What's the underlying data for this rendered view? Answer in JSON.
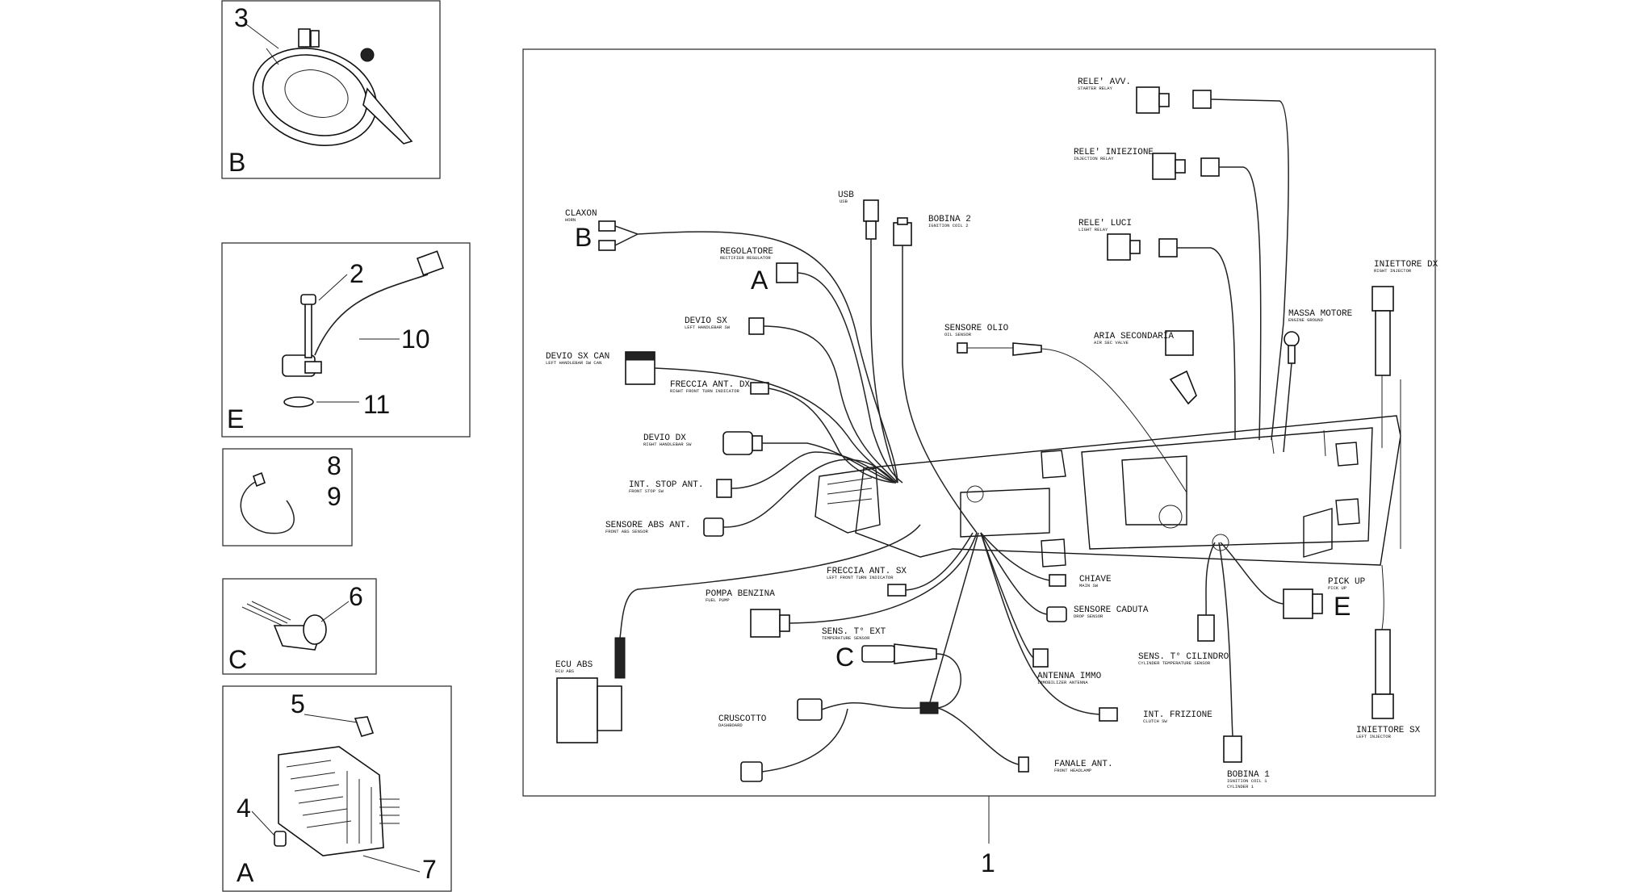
{
  "kits": {
    "horn": {
      "number": "3",
      "letter": "B"
    },
    "sensor": {
      "number_2": "2",
      "number_10": "10",
      "number_11": "11",
      "letter": "E"
    },
    "clip": {
      "number_8": "8",
      "number_9": "9"
    },
    "plate": {
      "number": "6",
      "letter": "C"
    },
    "regulator": {
      "number_5": "5",
      "number_4": "4",
      "number_7": "7",
      "letter": "A"
    }
  },
  "main": {
    "number": "1",
    "letters": {
      "B": "B",
      "A": "A",
      "C": "C",
      "E": "E"
    },
    "labels": {
      "rele_avv": "RELE' AVV.",
      "rele_avv_sub": "STARTER RELAY",
      "rele_iniezione": "RELE' INIEZIONE",
      "rele_iniezione_sub": "INJECTION RELAY",
      "rele_luci": "RELE' LUCI",
      "rele_luci_sub": "LIGHT RELAY",
      "usb": "USB",
      "usb_sub": "USB",
      "bobina2": "BOBINA 2",
      "bobina2_sub": "IGNITION COIL 2",
      "claxon": "CLAXON",
      "claxon_sub": "HORN",
      "regolatore": "REGOLATORE",
      "regolatore_sub": "RECTIFIER REGULATOR",
      "devio_sx": "DEVIO SX",
      "devio_sx_sub": "LEFT HANDLEBAR SW",
      "devio_sx_can": "DEVIO SX CAN",
      "devio_sx_can_sub": "LEFT HANDLEBAR SW CAN",
      "freccia_ant_dx": "FRECCIA ANT. DX",
      "freccia_ant_dx_sub": "RIGHT FRONT TURN INDICATOR",
      "devio_dx": "DEVIO DX",
      "devio_dx_sub": "RIGHT HANDLEBAR SW",
      "int_stop_ant": "INT. STOP ANT.",
      "int_stop_ant_sub": "FRONT STOP SW",
      "sensore_abs_ant": "SENSORE ABS ANT.",
      "sensore_abs_ant_sub": "FRONT ABS SENSOR",
      "sensore_olio": "SENSORE OLIO",
      "sensore_olio_sub": "OIL SENSOR",
      "aria_secondaria": "ARIA SECONDARIA",
      "aria_secondaria_sub": "AIR SEC VALVE",
      "massa_motore": "MASSA MOTORE",
      "massa_motore_sub": "ENGINE GROUND",
      "iniettore_dx": "INIETTORE DX",
      "iniettore_dx_sub": "RIGHT INJECTOR",
      "iniettore_sx": "INIETTORE SX",
      "iniettore_sx_sub": "LEFT INJECTOR",
      "freccia_ant_sx": "FRECCIA ANT. SX",
      "freccia_ant_sx_sub": "LEFT FRONT TURN INDICATOR",
      "pompa_benzina": "POMPA BENZINA",
      "pompa_benzina_sub": "FUEL PUMP",
      "sens_t_ext": "SENS. T° EXT",
      "sens_t_ext_sub": "TEMPERATURE SENSOR",
      "ecu_abs": "ECU ABS",
      "ecu_abs_sub": "ECU ABS",
      "cruscotto": "CRUSCOTTO",
      "cruscotto_sub": "DASHBOARD",
      "chiave": "CHIAVE",
      "chiave_sub": "MAIN SW",
      "sensore_caduta": "SENSORE CADUTA",
      "sensore_caduta_sub": "DROP SENSOR",
      "antenna_immo": "ANTENNA IMMO",
      "antenna_immo_sub": "IMMOBILIZER ANTENNA",
      "sens_t_cilindro": "SENS. T° CILINDRO",
      "sens_t_cilindro_sub": "CYLINDER TEMPERATURE SENSOR",
      "pick_up": "PICK UP",
      "pick_up_sub": "PICK UP",
      "int_frizione": "INT. FRIZIONE",
      "int_frizione_sub": "CLUTCH SW",
      "fanale_ant": "FANALE ANT.",
      "fanale_ant_sub": "FRONT HEADLAMP",
      "bobina1": "BOBINA 1",
      "bobina1_sub": "IGNITION COIL 1",
      "bobina1_sub2": "CYLINDER 1"
    }
  }
}
